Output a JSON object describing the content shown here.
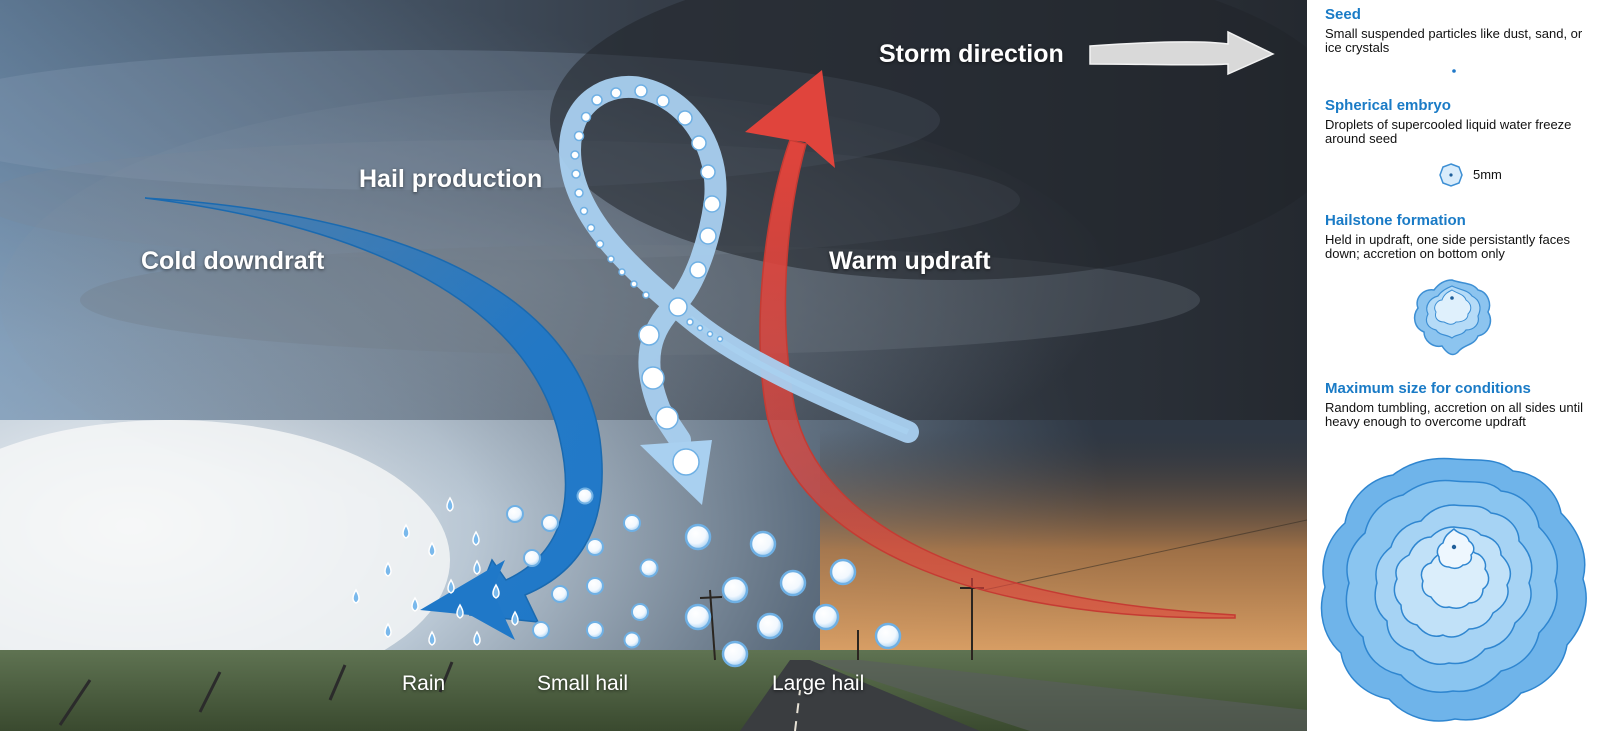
{
  "scene": {
    "labels": {
      "storm_direction": "Storm direction",
      "hail_production": "Hail production",
      "cold_downdraft": "Cold downdraft",
      "warm_updraft": "Warm updraft",
      "rain": "Rain",
      "small_hail": "Small hail",
      "large_hail": "Large hail"
    },
    "colors": {
      "downdraft": "#1f78c8",
      "updraft": "#e0443c",
      "hail_path": "#a9d0f0",
      "direction_arrow": "#d9d9d9"
    }
  },
  "stages": [
    {
      "title": "Seed",
      "description": "Small suspended particles like dust, sand, or ice crystals"
    },
    {
      "title": "Spherical embryo",
      "description": "Droplets of supercooled liquid water freeze around seed",
      "size_label": "5mm"
    },
    {
      "title": "Hailstone formation",
      "description": "Held in updraft, one side persistantly faces down; accretion on bottom only"
    },
    {
      "title": "Maximum size for conditions",
      "description": "Random tumbling, accretion on all sides until heavy enough to overcome updraft"
    }
  ],
  "icons": {
    "seed": "seed-dot-icon",
    "embryo": "embryo-icon",
    "hailstone_forming": "hailstone-forming-icon",
    "hailstone_max": "hailstone-max-icon"
  }
}
